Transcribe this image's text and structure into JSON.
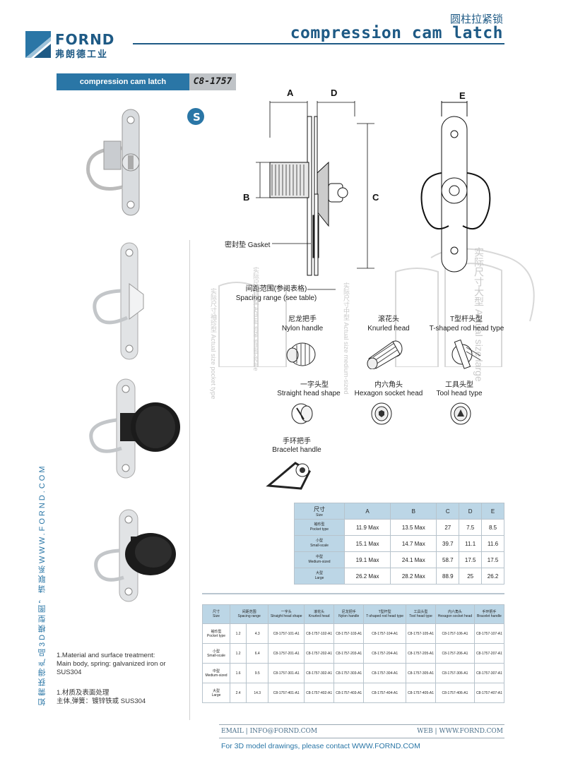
{
  "header": {
    "brand": "FORND",
    "brand_cn": "弗朗德工业",
    "title_cn": "圆柱拉紧锁",
    "title_en": "compression cam latch"
  },
  "product": {
    "tag": "compression cam latch",
    "code": "C8-1757",
    "badge": "S"
  },
  "side_text": "如需获得产品3D模型图，请联系WWW.FORND.COM",
  "diagram": {
    "dims": [
      "A",
      "D",
      "E",
      "B",
      "C"
    ],
    "gasket": "密封垫 Gasket",
    "spacing_cn": "间距范围(参阅表格)",
    "spacing_en": "Spacing range (see table)",
    "watermarks": [
      "实际尺寸小型 Actual size small-scale",
      "实际尺寸中型 Actual size medium-sized",
      "实际尺寸大型 Actual size large",
      "实际尺寸袖珍型 Actual size pocket type"
    ],
    "heads": [
      {
        "cn": "尼龙把手",
        "en": "Nylon handle"
      },
      {
        "cn": "滚花头",
        "en": "Knurled head"
      },
      {
        "cn": "T型杆头型",
        "en": "T-shaped rod head type"
      },
      {
        "cn": "一字头型",
        "en": "Straight head shape"
      },
      {
        "cn": "内六角头",
        "en": "Hexagon socket head"
      },
      {
        "cn": "工具头型",
        "en": "Tool head type"
      },
      {
        "cn": "手环把手",
        "en": "Bracelet handle"
      }
    ]
  },
  "size_table": {
    "header_cn": "尺寸",
    "header_en": "Size",
    "columns": [
      "A",
      "B",
      "C",
      "D",
      "E"
    ],
    "rows": [
      {
        "cn": "袖珍型",
        "en": "Pocket type",
        "values": [
          "11.9 Max",
          "13.5 Max",
          "27",
          "7.5",
          "8.5"
        ]
      },
      {
        "cn": "小型",
        "en": "Small-scale",
        "values": [
          "15.1 Max",
          "14.7 Max",
          "39.7",
          "11.1",
          "11.6"
        ]
      },
      {
        "cn": "中型",
        "en": "Medium-sized",
        "values": [
          "19.1 Max",
          "24.1 Max",
          "58.7",
          "17.5",
          "17.5"
        ]
      },
      {
        "cn": "大型",
        "en": "Large",
        "values": [
          "26.2 Max",
          "28.2 Max",
          "88.9",
          "25",
          "26.2"
        ]
      }
    ]
  },
  "part_table": {
    "headers": [
      {
        "cn": "尺寸",
        "en": "Size"
      },
      {
        "cn": "间距范围",
        "en": "Spacing range"
      },
      {
        "cn": "一字头",
        "en": "Straight head shape"
      },
      {
        "cn": "滚花头",
        "en": "Knurled head"
      },
      {
        "cn": "尼龙把手",
        "en": "Nylon handle"
      },
      {
        "cn": "T型杆型",
        "en": "T-shaped rod head type"
      },
      {
        "cn": "工具头型",
        "en": "Tool head type"
      },
      {
        "cn": "内六角头",
        "en": "Hexagon socket head"
      },
      {
        "cn": "手环把手",
        "en": "Bracelet handle"
      }
    ],
    "rows": [
      {
        "cn": "袖珍型",
        "en": "Pocket type",
        "min": "1.2",
        "max": "4.3",
        "parts": [
          "C8-1757-101-A1",
          "C8-1757-102-A1",
          "C8-1757-103-A1",
          "C8-1757-104-A1",
          "C8-1757-105-A1",
          "C8-1757-106-A1",
          "C8-1757-107-A1"
        ]
      },
      {
        "cn": "小型",
        "en": "Small-scale",
        "min": "1.2",
        "max": "6.4",
        "parts": [
          "C8-1757-201-A1",
          "C8-1757-202-A1",
          "C8-1757-203-A1",
          "C8-1757-204-A1",
          "C8-1757-205-A1",
          "C8-1757-206-A1",
          "C8-1757-207-A1"
        ]
      },
      {
        "cn": "中型",
        "en": "Medium-sized",
        "min": "1.6",
        "max": "9.5",
        "parts": [
          "C8-1757-301-A1",
          "C8-1757-302-A1",
          "C8-1757-303-A1",
          "C8-1757-304-A1",
          "C8-1757-305-A1",
          "C8-1757-306-A1",
          "C8-1757-307-A1"
        ]
      },
      {
        "cn": "大型",
        "en": "Large",
        "min": "2.4",
        "max": "14.3",
        "parts": [
          "C8-1757-401-A1",
          "C8-1757-402-A1",
          "C8-1757-403-A1",
          "C8-1757-404-A1",
          "C8-1757-405-A1",
          "C8-1757-406-A1",
          "C8-1757-407-A1"
        ]
      }
    ]
  },
  "notes": {
    "en_1": "1.Material and surface treatment:",
    "en_2": "Main body, spring: galvanized iron or SUS304",
    "cn_1": "1.材质及表面处理",
    "cn_2": "主体,弹簧：镀锌铁或 SUS304"
  },
  "footer": {
    "email": "EMAIL | INFO@FORND.COM",
    "web": "WEB | WWW.FORND.COM",
    "contact": "For 3D model drawings, please contact WWW.FORND.COM"
  },
  "colors": {
    "primary": "#1e5a85",
    "accent": "#2a76a6",
    "table_header": "#bcd6e6"
  }
}
